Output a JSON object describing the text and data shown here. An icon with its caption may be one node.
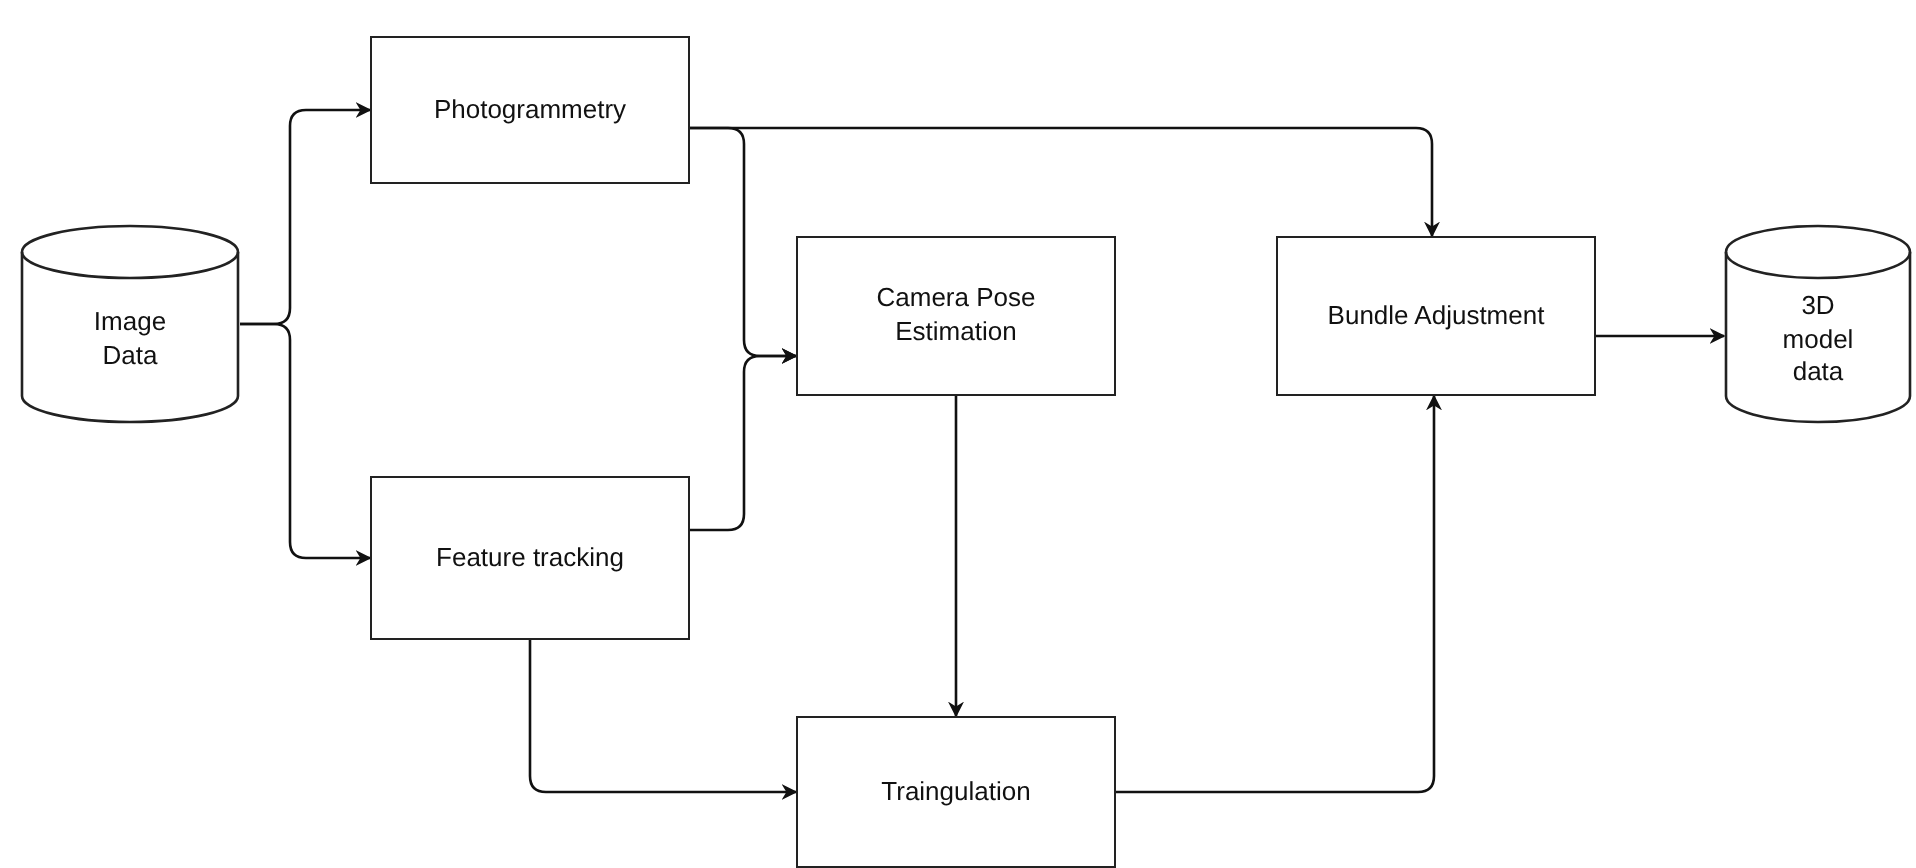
{
  "diagram": {
    "nodes": [
      {
        "text": [
          "Image Data"
        ]
      },
      {
        "text": [
          "Photogrammetry"
        ]
      },
      {
        "text": [
          "Feature tracking"
        ]
      },
      {
        "text": [
          "Camera Pose Estimation"
        ]
      },
      {
        "text": [
          "Traingulation"
        ]
      },
      {
        "text": [
          "Bundle Adjustment"
        ]
      },
      {
        "text": [
          "3D model data"
        ]
      }
    ],
    "edges": [
      {
        "from": 0,
        "to": 1,
        "arrow": "to"
      },
      {
        "from": 0,
        "to": 2,
        "arrow": "to"
      },
      {
        "from": 1,
        "to": 3,
        "arrow": "to"
      },
      {
        "from": 2,
        "to": 3,
        "arrow": "to"
      },
      {
        "from": 1,
        "to": 5,
        "arrow": "to"
      },
      {
        "from": 3,
        "to": 4,
        "arrow": "to"
      },
      {
        "from": 2,
        "to": 4,
        "arrow": "to"
      },
      {
        "from": 4,
        "to": 5,
        "arrow": "to"
      },
      {
        "from": 5,
        "to": 6,
        "arrow": "to"
      }
    ]
  }
}
